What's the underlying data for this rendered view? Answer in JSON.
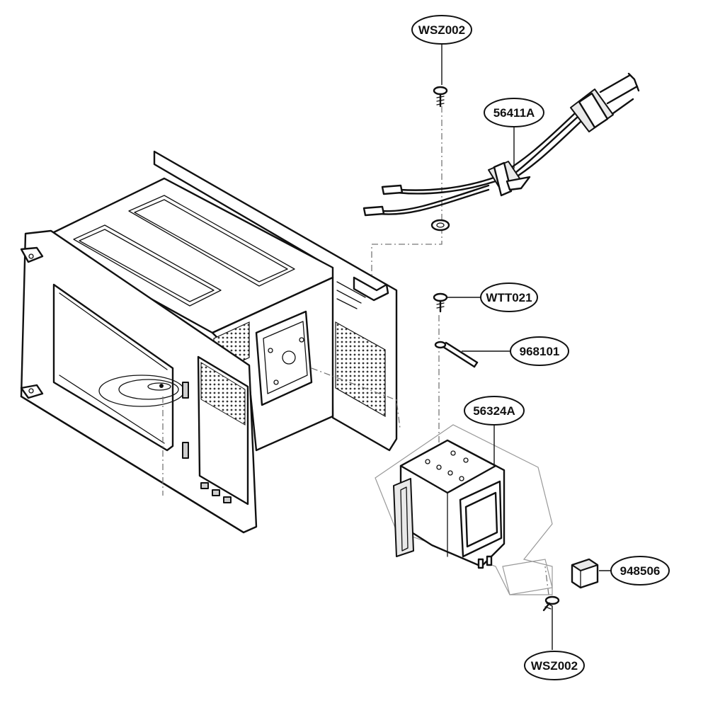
{
  "labels": {
    "wsz002_top": "WSZ002",
    "p56411a": "56411A",
    "wtt021": "WTT021",
    "p968101": "968101",
    "p56324a": "56324A",
    "p948506": "948506",
    "wsz002_bottom": "WSZ002"
  }
}
